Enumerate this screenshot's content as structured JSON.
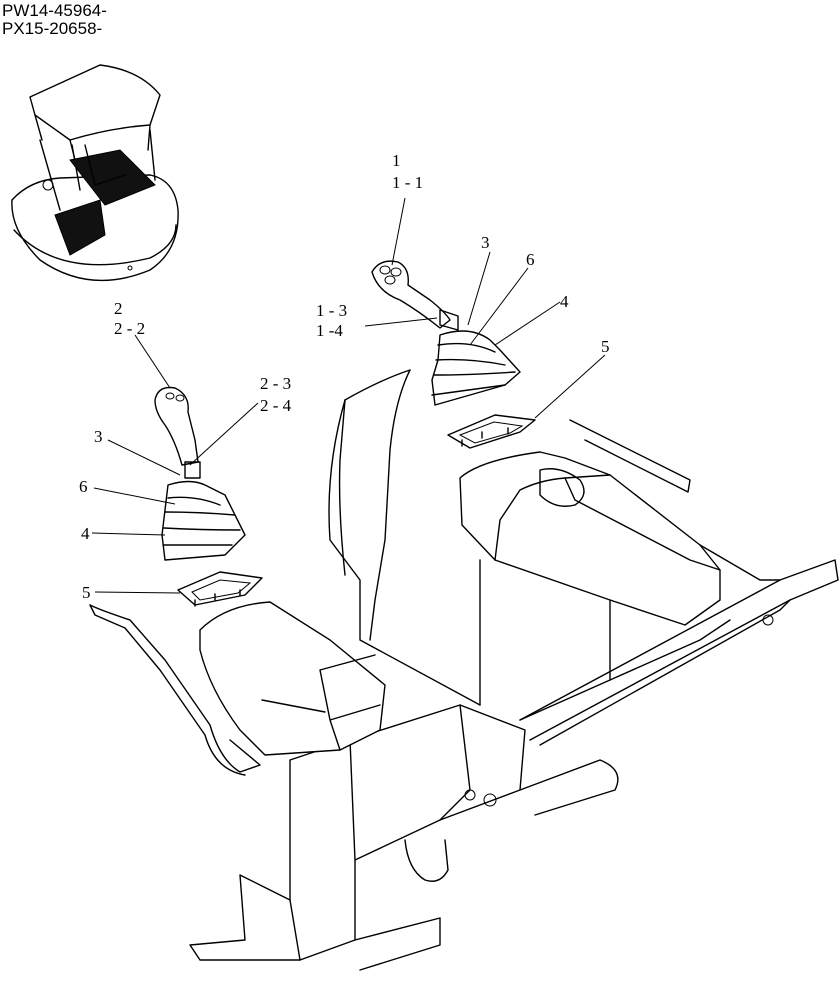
{
  "header": {
    "serial_1": "PW14-45964-",
    "serial_2": "PX15-20658-"
  },
  "callouts": {
    "right_lever_1": "1",
    "right_lever_1_1": "1 - 1",
    "right_lever_1_3": "1 - 3",
    "right_lever_1_4": "1 -4",
    "right_3": "3",
    "right_6": "6",
    "right_4": "4",
    "right_5": "5",
    "left_lever_2": "2",
    "left_lever_2_2": "2 - 2",
    "left_lever_2_3": "2 - 3",
    "left_lever_2_4": "2 - 4",
    "left_3": "3",
    "left_6": "6",
    "left_4": "4",
    "left_5": "5"
  }
}
